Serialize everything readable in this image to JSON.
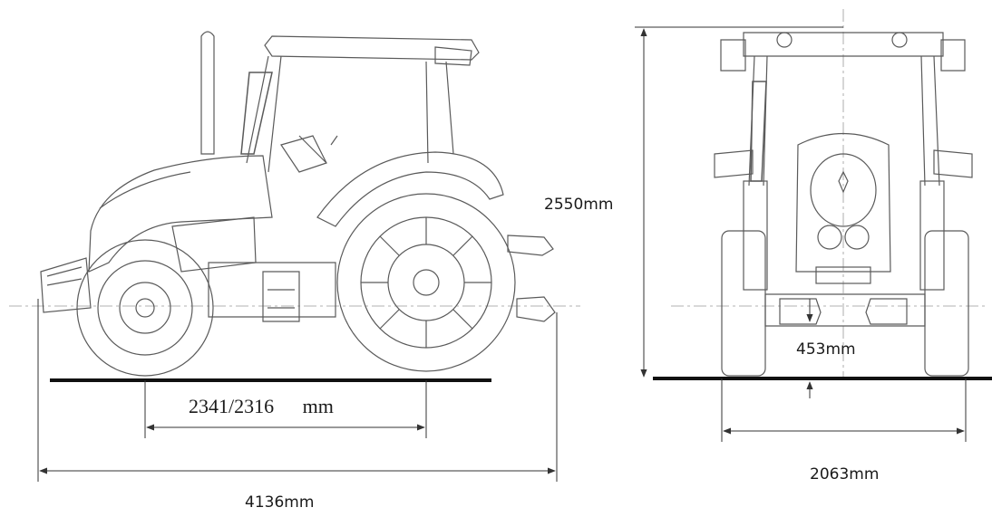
{
  "dimensions": {
    "overall_length": "4136mm",
    "wheelbase": "2341/2316",
    "wheelbase_unit": "mm",
    "overall_height": "2550mm",
    "ground_clearance": "453mm",
    "overall_width": "2063mm"
  },
  "colors": {
    "line": "#5a5a5a",
    "ground": "#111111",
    "text": "#1a1a1a"
  }
}
